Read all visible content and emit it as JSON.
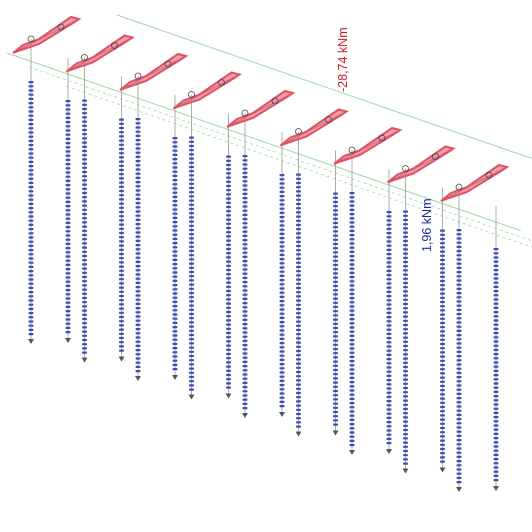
{
  "annotations": {
    "max_moment": "-28,74 kNm",
    "min_moment": "1,96 kNm"
  },
  "colors": {
    "background": "#ffffff",
    "deck_guide": "#9fd9a8",
    "beam_moment": "#e05264",
    "pile_marker": "#3d4fb0",
    "pile_line": "#8a8a8a",
    "max_label": "#c8202a",
    "min_label": "#1e2a9a"
  },
  "pile_bents": {
    "count": 9,
    "piles_per_bent": 2
  }
}
